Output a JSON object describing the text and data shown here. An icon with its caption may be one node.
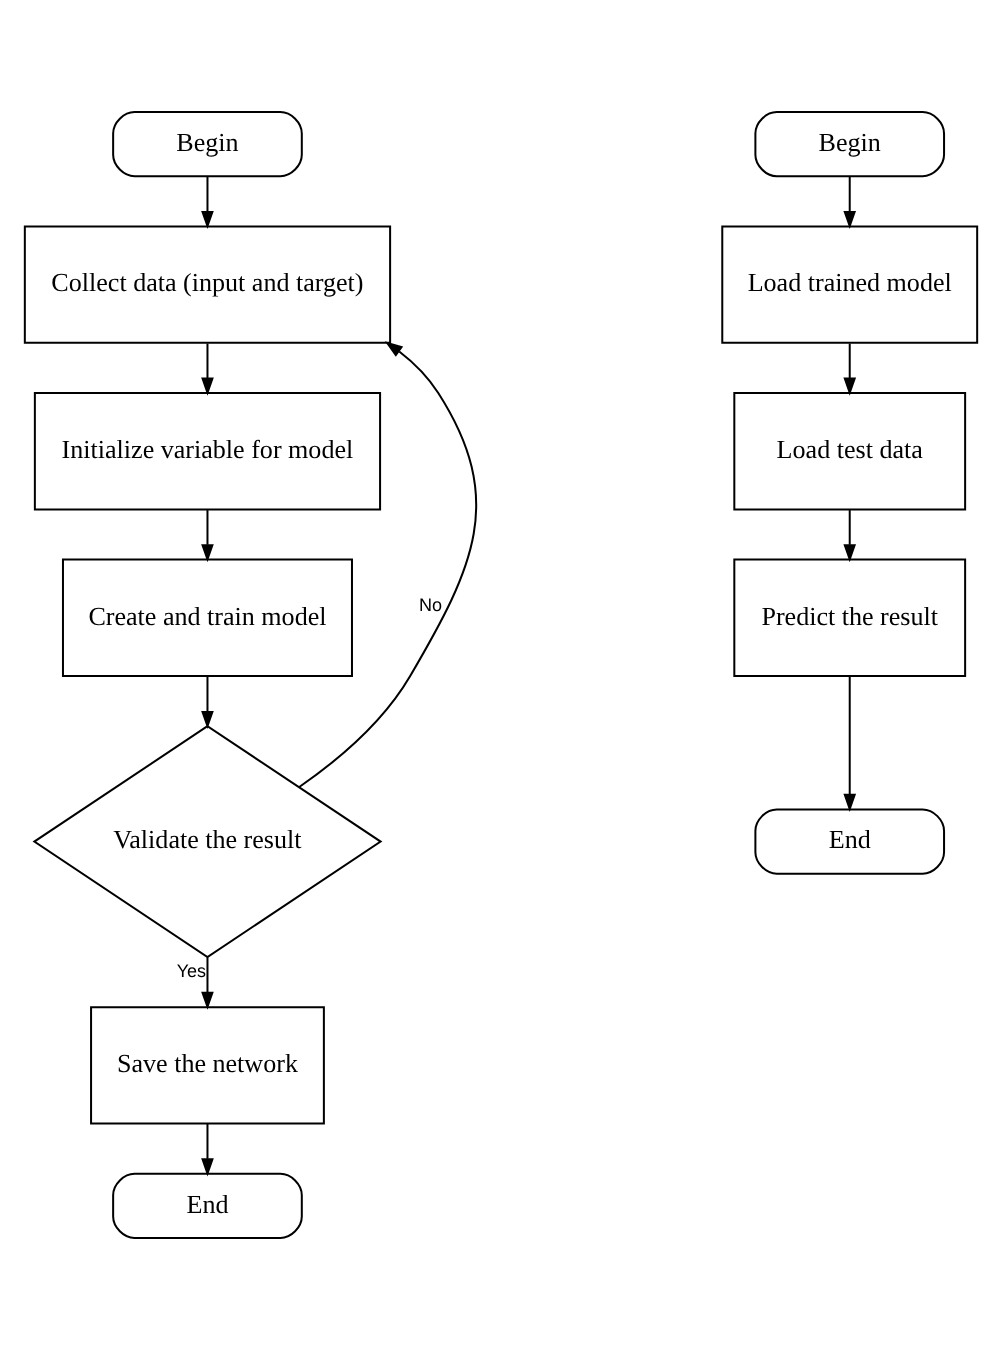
{
  "diagram": {
    "nodes": [
      {
        "text": [
          "Begin"
        ]
      },
      {
        "text": [
          "Collect data (input and target)"
        ]
      },
      {
        "text": [
          "Initialize variable for model"
        ]
      },
      {
        "text": [
          "Create and train model"
        ]
      },
      {
        "text": [
          "Validate the result"
        ]
      },
      {
        "text": [
          "Save the network"
        ]
      },
      {
        "text": [
          "End"
        ]
      },
      {
        "text": [
          "Begin"
        ]
      },
      {
        "text": [
          "Load trained model"
        ]
      },
      {
        "text": [
          "Load test data"
        ]
      },
      {
        "text": [
          "Predict the result"
        ]
      },
      {
        "text": [
          "End"
        ]
      }
    ],
    "edges": [
      {
        "from": 0,
        "to": 1,
        "arrow": "to"
      },
      {
        "from": 1,
        "to": 2,
        "arrow": "to"
      },
      {
        "from": 2,
        "to": 3,
        "arrow": "to"
      },
      {
        "from": 3,
        "to": 4,
        "arrow": "to"
      },
      {
        "from": 4,
        "to": 1,
        "arrow": "to",
        "label": "No"
      },
      {
        "from": 4,
        "to": 5,
        "arrow": "to",
        "label": "Yes"
      },
      {
        "from": 5,
        "to": 6,
        "arrow": "to"
      },
      {
        "from": 7,
        "to": 8,
        "arrow": "to"
      },
      {
        "from": 8,
        "to": 9,
        "arrow": "to"
      },
      {
        "from": 9,
        "to": 10,
        "arrow": "to"
      },
      {
        "from": 10,
        "to": 11,
        "arrow": "to"
      }
    ]
  }
}
